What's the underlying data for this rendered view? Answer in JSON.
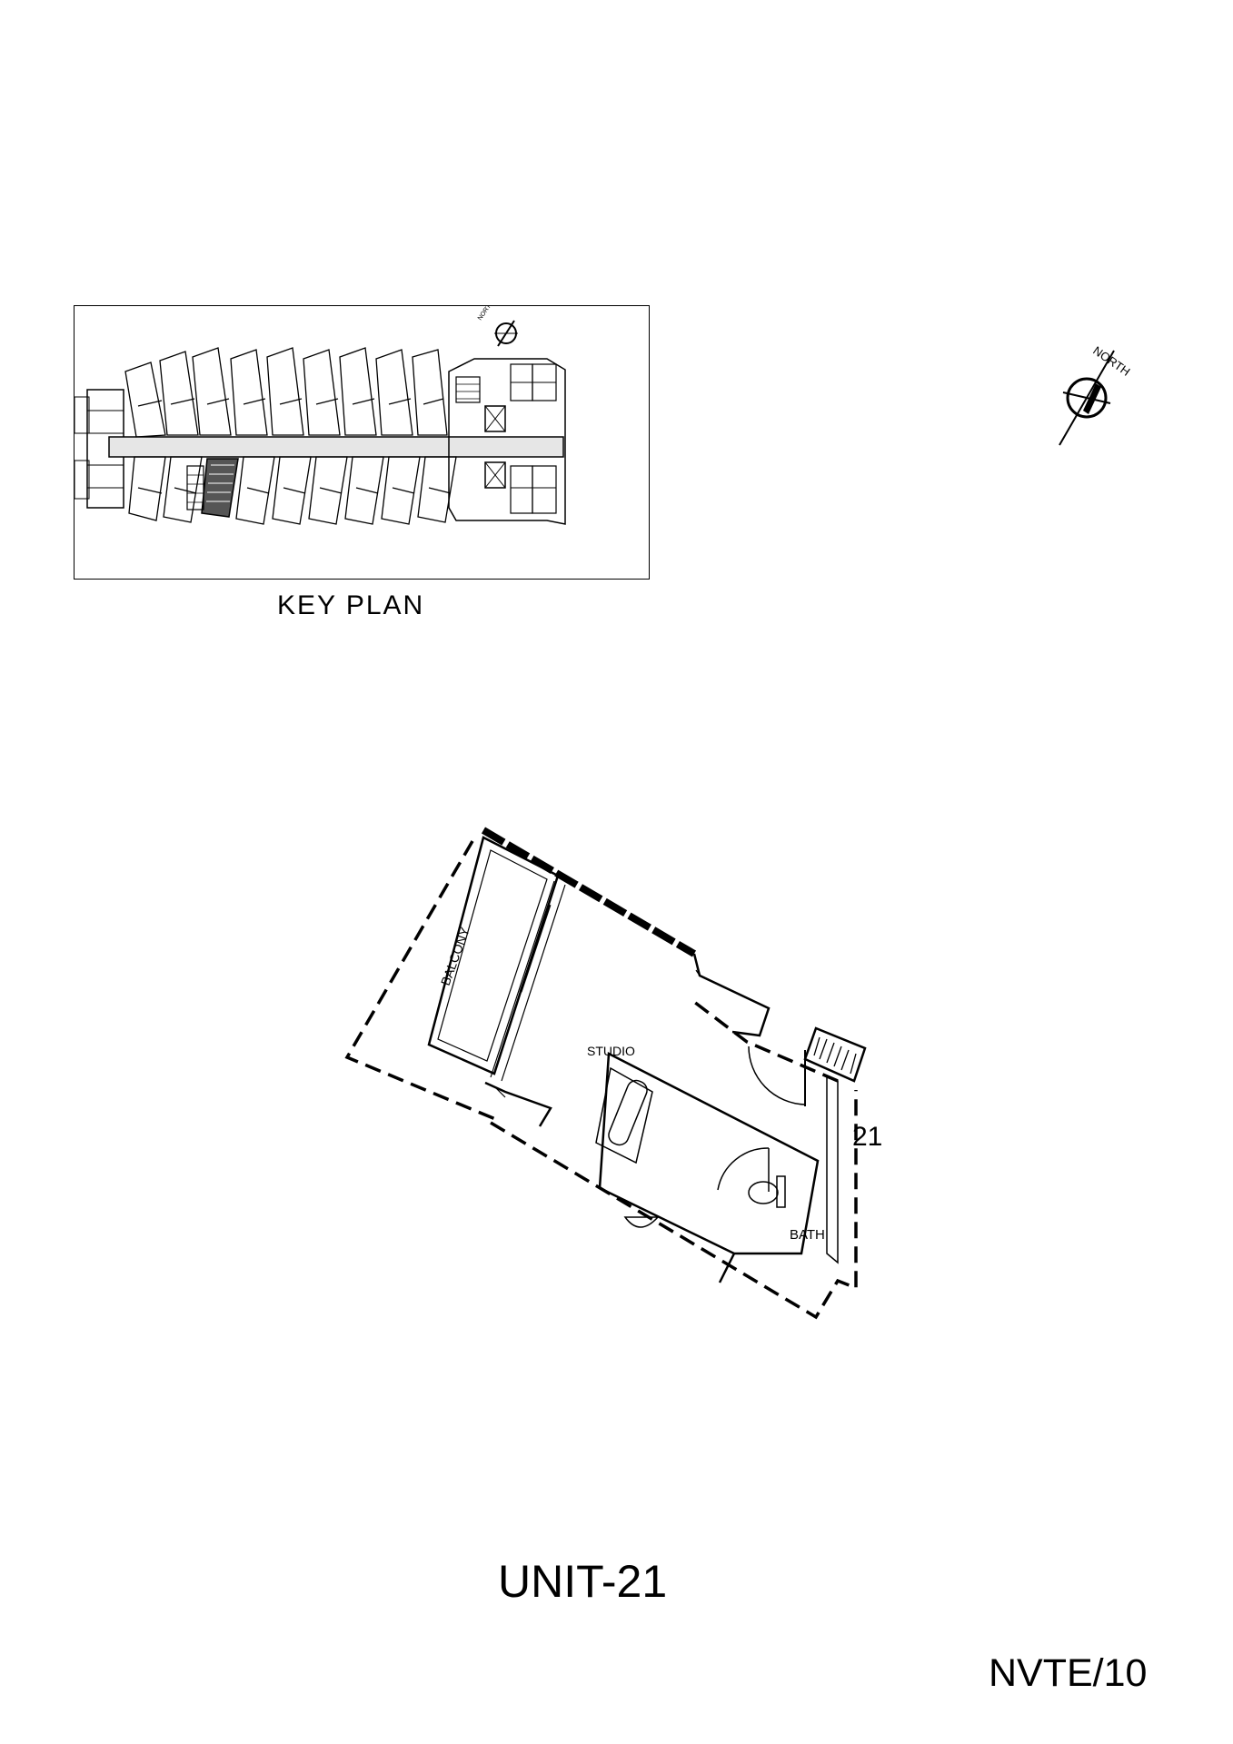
{
  "key_plan": {
    "title": "KEY PLAN",
    "north_label": "NORTH"
  },
  "north_arrow": {
    "label": "NORTH"
  },
  "unit_plan": {
    "rooms": {
      "balcony": "BALCONY",
      "studio": "STUDIO",
      "bath": "BATH"
    },
    "unit_number": "21"
  },
  "unit_title": "UNIT-21",
  "sheet_code": "NVTE/10"
}
